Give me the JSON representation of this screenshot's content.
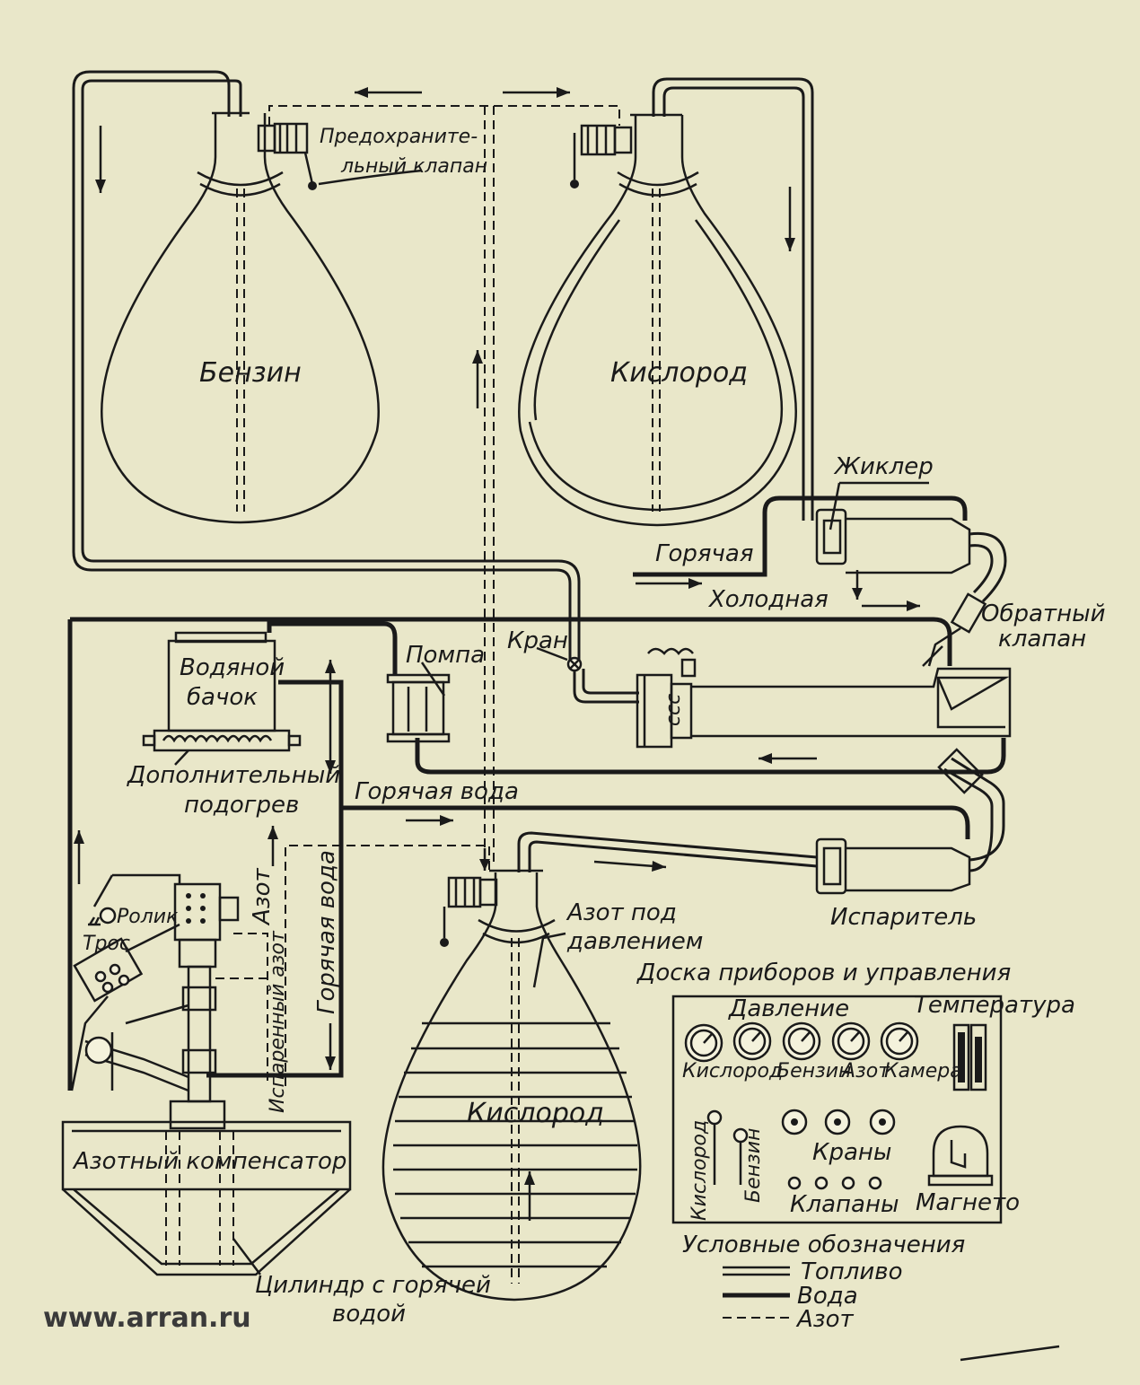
{
  "labels": {
    "benzin_tank": "Бензин",
    "oxygen_tank_top": "Кислород",
    "safety_valve_1": "Предохраните-",
    "safety_valve_2": "льный клапан",
    "jet": "Жиклер",
    "hot": "Горячая",
    "cold": "Холодная",
    "check_valve_1": "Обратный",
    "check_valve_2": "клапан",
    "tap": "Кран",
    "pump": "Помпа",
    "water_tank_1": "Водяной",
    "water_tank_2": "бачок",
    "extra_heat_1": "Дополнительный",
    "extra_heat_2": "подогрев",
    "hot_water_h": "Горячая вода",
    "hot_water_v": "Горячая вода",
    "nitrogen_v": "Азот",
    "evap_nitrogen_v": "Испаренный азот",
    "roller": "Ролик",
    "cable": "Трос",
    "nitrogen_pressure_1": "Азот под",
    "nitrogen_pressure_2": "давлением",
    "evaporator": "Испаритель",
    "oxygen_tank_bottom": "Кислород",
    "compensator": "Азотный компенсатор",
    "cylinder_1": "Цилиндр с горячей",
    "cylinder_2": "водой",
    "panel_title": "Доска приборов и управления",
    "pressure": "Давление",
    "temperature": "Температура",
    "g_oxygen": "Кислород",
    "g_benzin": "Бензин",
    "g_nitrogen": "Азот",
    "g_chamber": "Камера",
    "lever_oxygen": "Кислород",
    "lever_benzin": "Бензин",
    "taps": "Краны",
    "valves": "Клапаны",
    "magneto": "Магнето",
    "legend_title": "Условные обозначения",
    "legend_fuel": "Топливо",
    "legend_water": "Вода",
    "legend_nitrogen": "Азот"
  },
  "watermark": "www.arran.ru"
}
